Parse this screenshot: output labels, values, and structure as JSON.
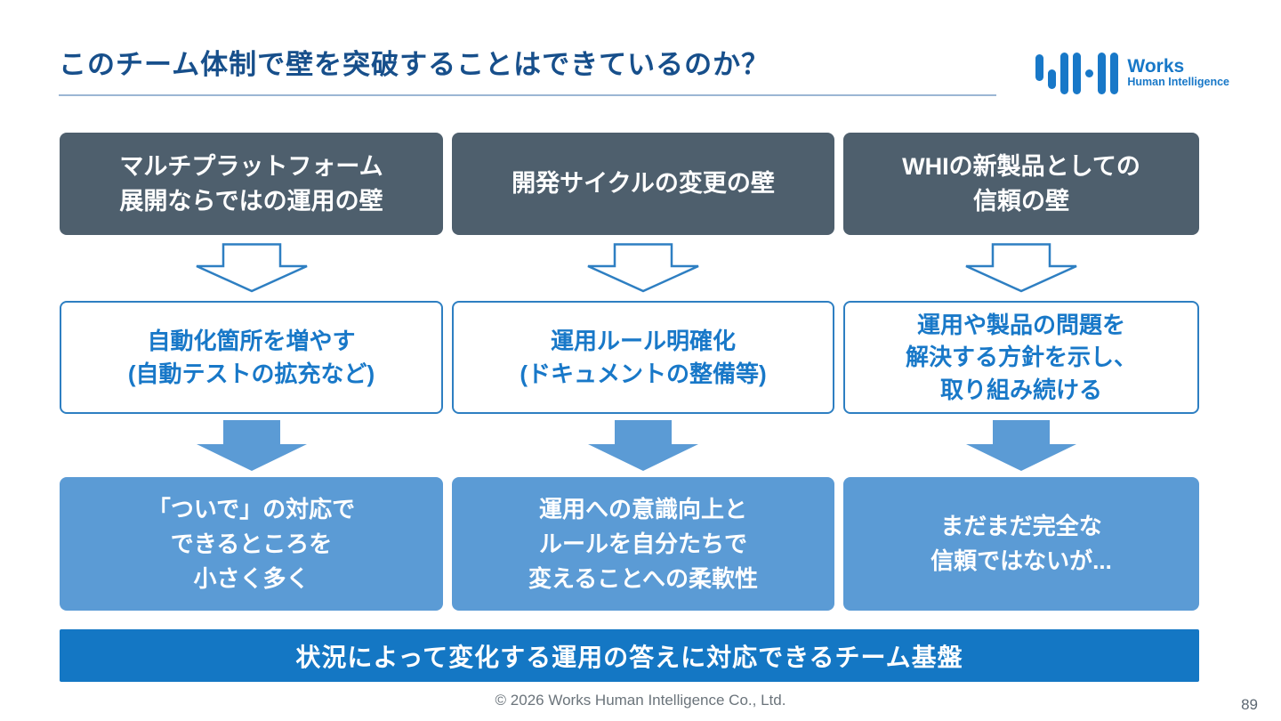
{
  "slide": {
    "title": "このチーム体制で壁を突破することはできているのか？",
    "footer": "© 2026 Works Human Intelligence Co., Ltd.",
    "page_number": "89"
  },
  "logo": {
    "line1": "Works",
    "line2": "Human Intelligence"
  },
  "columns": [
    {
      "wall": "マルチプラットフォーム\n展開ならではの運用の壁",
      "action": "自動化箇所を増やす\n(自動テストの拡充など)",
      "result": "「ついで」の対応で\nできるところを\n小さく多く"
    },
    {
      "wall": "開発サイクルの変更の壁",
      "action": "運用ルール明確化\n(ドキュメントの整備等)",
      "result": "運用への意識向上と\nルールを自分たちで\n変えることへの柔軟性"
    },
    {
      "wall": "WHIの新製品としての\n信頼の壁",
      "action": "運用や製品の問題を\n解決する方針を示し、\n取り組み続ける",
      "result": "まだまだ完全な\n信頼ではないが..."
    }
  ],
  "banner": "状況によって変化する運用の答えに対応できるチーム基盤",
  "colors": {
    "title_navy": "#174f8b",
    "wall_slate": "#4e5f6d",
    "accent_blue": "#1878c8",
    "light_blue": "#5b9bd5",
    "banner_blue": "#1477c4",
    "underline": "#9bb6d4"
  }
}
